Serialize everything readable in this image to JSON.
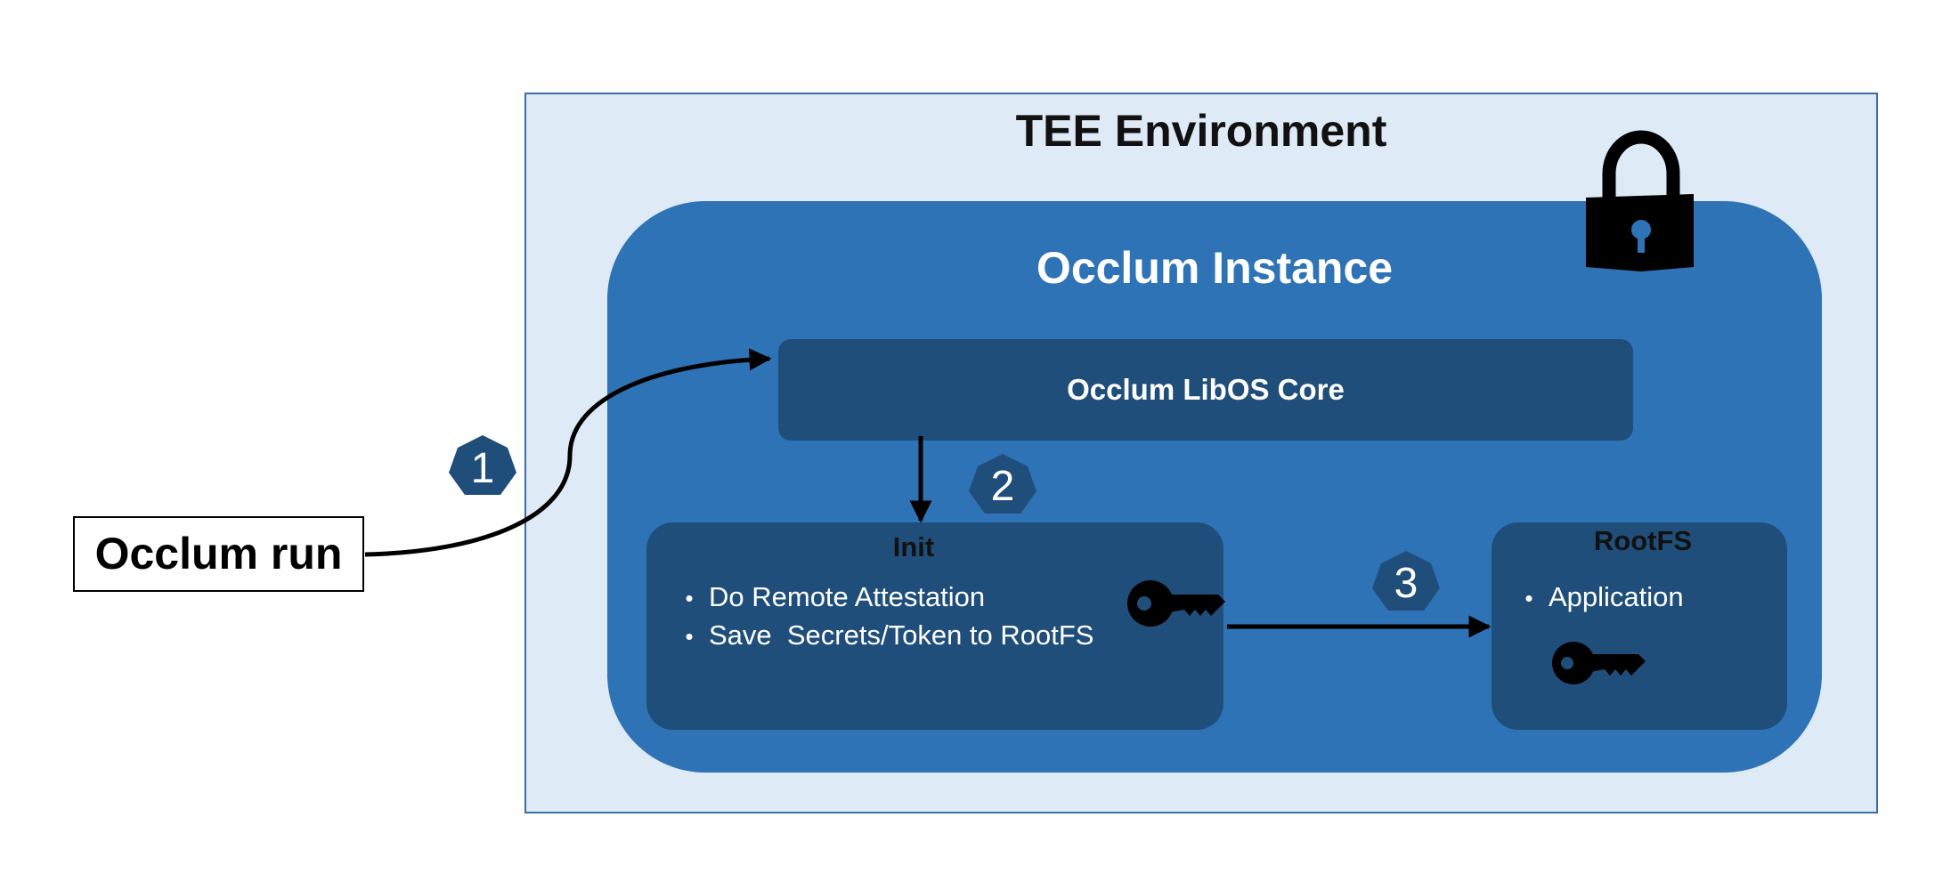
{
  "tee_environment": {
    "title": "TEE Environment"
  },
  "occlum_instance": {
    "title": "Occlum Instance"
  },
  "libos_core": {
    "label": "Occlum LibOS Core"
  },
  "init_box": {
    "title": "Init",
    "items": [
      "Do Remote Attestation",
      "Save  Secrets/Token to RootFS"
    ]
  },
  "rootfs_box": {
    "title": "RootFS",
    "items": [
      "Application"
    ]
  },
  "occlum_run": {
    "label": "Occlum run"
  },
  "steps": [
    "1",
    "2",
    "3"
  ],
  "colors": {
    "tee_background": "#deeaf6",
    "tee_border": "#3d6fa3",
    "instance_blue": "#2e73b5",
    "dark_box": "#1f4e7b",
    "step_badge": "#1f4e7b"
  },
  "icons": {
    "lock": "padlock-icon",
    "init_key": "key-icon",
    "rootfs_key": "key-icon"
  }
}
